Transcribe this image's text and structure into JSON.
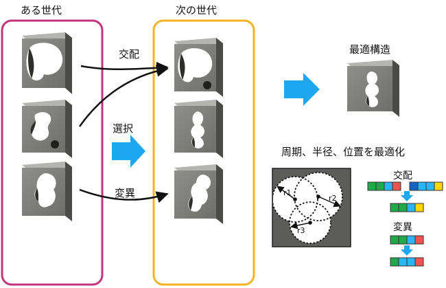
{
  "left_column": {
    "title": "ある世代"
  },
  "middle_column": {
    "title": "次の世代"
  },
  "operations": {
    "crossover": "交配",
    "selection": "選択",
    "mutation": "変異"
  },
  "result": {
    "title": "最適構造"
  },
  "optimize": {
    "title": "周期、半径、位置を最適化",
    "radius_labels": [
      "r1",
      "r2",
      "r3"
    ]
  },
  "legend": {
    "crossover": "交配",
    "mutation": "変異",
    "gene_colors": {
      "green": "#1faa4a",
      "cyan": "#29b6f6",
      "blue": "#1565c0",
      "red": "#ef5350",
      "yellow": "#ffd600"
    }
  },
  "colors": {
    "generation_border": "#c2357c",
    "next_generation_border": "#f0b321",
    "arrow_blue": "#1ea7f0"
  }
}
